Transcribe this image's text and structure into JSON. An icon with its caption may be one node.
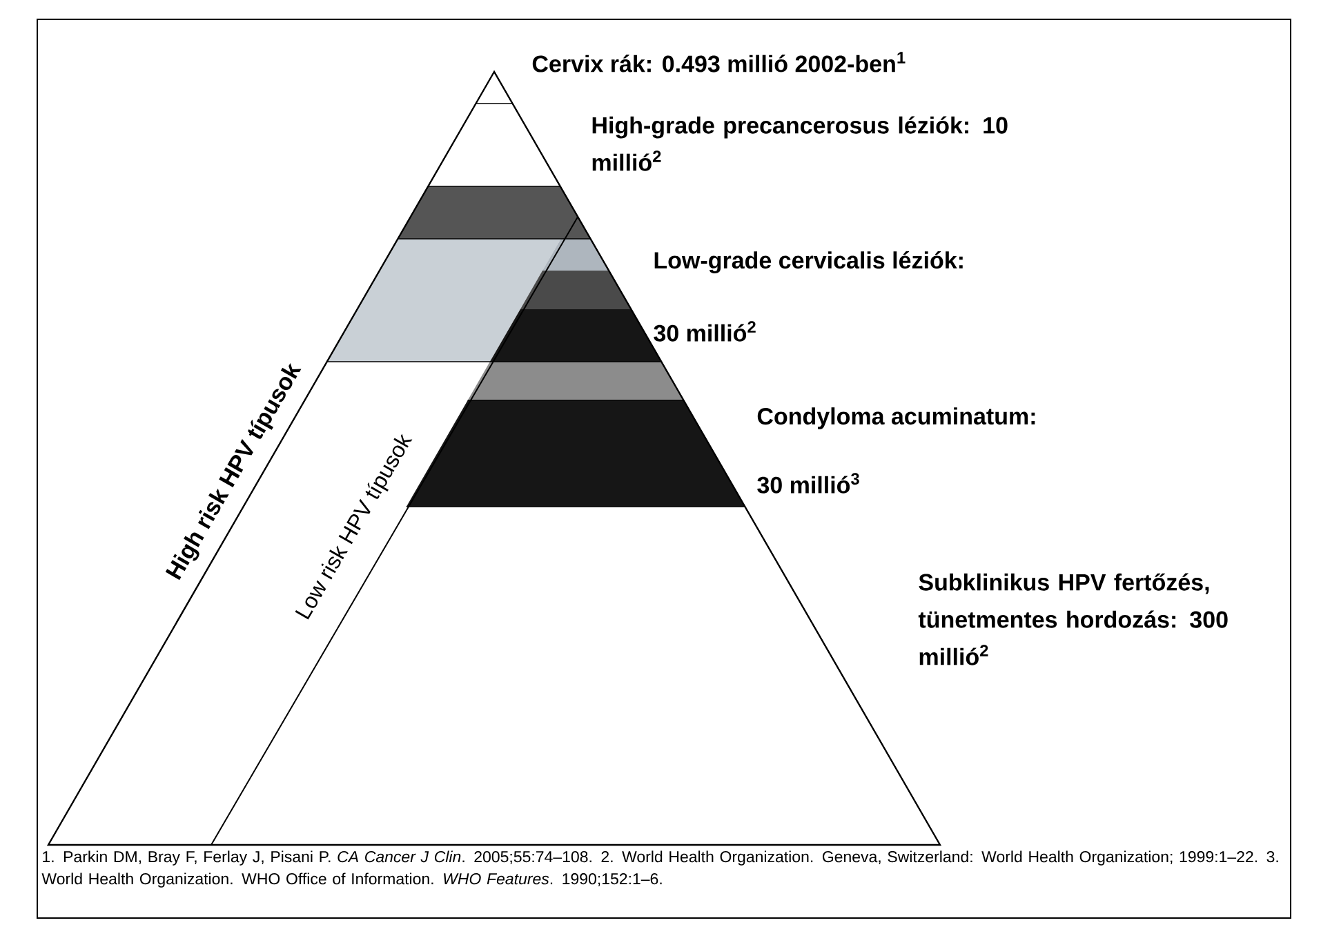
{
  "diagram": {
    "labels": [
      "Cervix rák: 0.493 millió 2002-ben$^{1}$",
      "High-grade precancerosus léziók: 10 millió$^{2}$",
      "Low-grade cervicalis léziók:",
      "30 millió$^{2}$",
      "Condyloma acuminatum:",
      "30 millió$^{3}$",
      "High risk HPV típusok",
      "Low risk HPV típusok",
      "Subklinikus HPV fertőzés, tünetmentes hordozás: 300 millió$^{2}$",
      "1. Parkin DM, Bray F, Ferlay J, Pisani P. *CA Cancer J Clin*. 2005;55:74–108. 2. World Health Organization. Geneva, Switzerland: World Health Organization; 1999:1–22. 3. World Health Organization. WHO Office of Information. *WHO Features*. 1990;152:1–6."
    ]
  }
}
